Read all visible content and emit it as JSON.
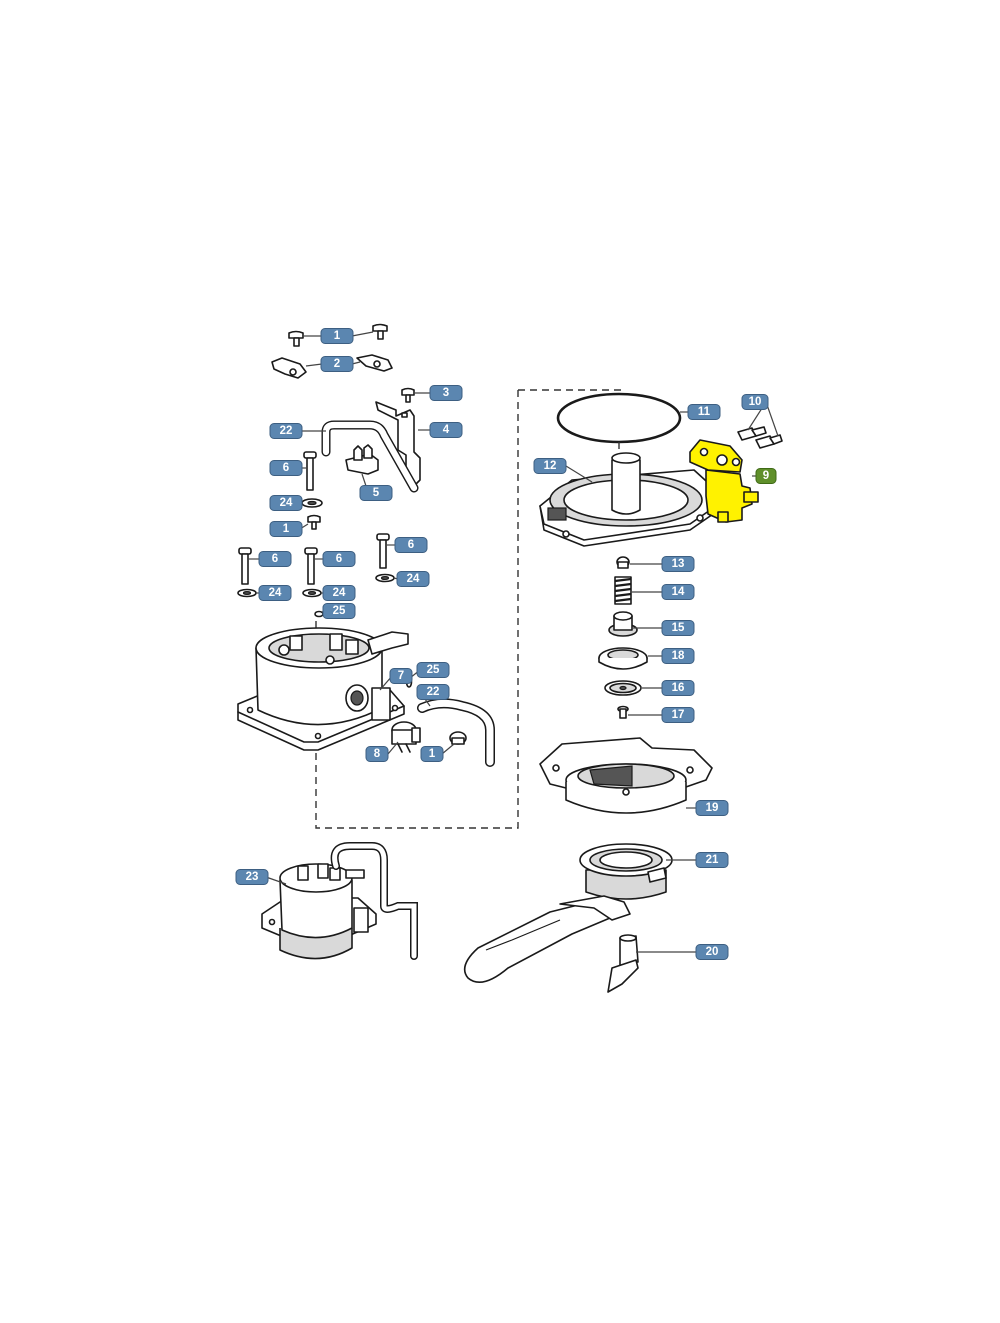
{
  "colors": {
    "callout": "#5b86b0",
    "callout_highlight": "#5f8f2a",
    "highlight_part": "#fff200",
    "line": "#1a1a1a"
  },
  "callouts": [
    {
      "id": "c1a",
      "label": "1"
    },
    {
      "id": "c2",
      "label": "2"
    },
    {
      "id": "c3",
      "label": "3"
    },
    {
      "id": "c4",
      "label": "4"
    },
    {
      "id": "c22a",
      "label": "22"
    },
    {
      "id": "c6a",
      "label": "6"
    },
    {
      "id": "c5",
      "label": "5"
    },
    {
      "id": "c24a",
      "label": "24"
    },
    {
      "id": "c1b",
      "label": "1"
    },
    {
      "id": "c6b",
      "label": "6"
    },
    {
      "id": "c6c",
      "label": "6"
    },
    {
      "id": "c6d",
      "label": "6"
    },
    {
      "id": "c24b",
      "label": "24"
    },
    {
      "id": "c24c",
      "label": "24"
    },
    {
      "id": "c24d",
      "label": "24"
    },
    {
      "id": "c25a",
      "label": "25"
    },
    {
      "id": "c7",
      "label": "7"
    },
    {
      "id": "c25b",
      "label": "25"
    },
    {
      "id": "c22b",
      "label": "22"
    },
    {
      "id": "c8",
      "label": "8"
    },
    {
      "id": "c1c",
      "label": "1"
    },
    {
      "id": "c10",
      "label": "10"
    },
    {
      "id": "c11",
      "label": "11"
    },
    {
      "id": "c12",
      "label": "12"
    },
    {
      "id": "c9",
      "label": "9"
    },
    {
      "id": "c13",
      "label": "13"
    },
    {
      "id": "c14",
      "label": "14"
    },
    {
      "id": "c15",
      "label": "15"
    },
    {
      "id": "c18",
      "label": "18"
    },
    {
      "id": "c16",
      "label": "16"
    },
    {
      "id": "c17",
      "label": "17"
    },
    {
      "id": "c19",
      "label": "19"
    },
    {
      "id": "c21",
      "label": "21"
    },
    {
      "id": "c23",
      "label": "23"
    },
    {
      "id": "c20",
      "label": "20"
    }
  ]
}
